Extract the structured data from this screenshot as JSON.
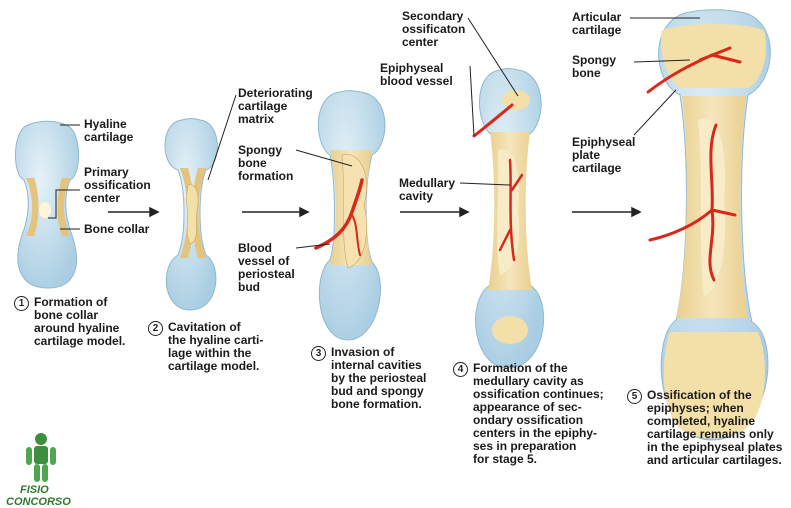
{
  "labels": {
    "hyaline_cartilage": "Hyaline\ncartilage",
    "primary_ossification": "Primary\nossification\ncenter",
    "bone_collar": "Bone collar",
    "deteriorating": "Deteriorating\ncartilage\nmatrix",
    "spongy_formation": "Spongy\nbone\nformation",
    "blood_vessel_periosteal": "Blood\nvessel of\nperiosteal\nbud",
    "secondary_ossification": "Secondary\nossificaton\ncenter",
    "epiphyseal_vessel": "Epiphyseal\nblood vessel",
    "medullary_cavity": "Medullary\ncavity",
    "articular_cartilage": "Articular\ncartilage",
    "spongy_bone": "Spongy\nbone",
    "epiphyseal_plate": "Epiphyseal\nplate\ncartilage"
  },
  "steps": [
    {
      "num": "1",
      "text": "Formation of\nbone collar\naround hyaline\ncartilage model."
    },
    {
      "num": "2",
      "text": "Cavitation of\nthe hyaline carti-\nlage within the\ncartilage model."
    },
    {
      "num": "3",
      "text": "Invasion of\ninternal cavities\nby the periosteal\nbud and spongy\nbone formation."
    },
    {
      "num": "4",
      "text": "Formation of the\nmedullary cavity as\nossification continues;\nappearance of sec-\nondary ossification\ncenters in the epiphy-\nses in preparation\nfor stage 5."
    },
    {
      "num": "5",
      "text": "Ossification of the\nepiphyses; when\ncompleted, hyaline\ncartilage remains only\nin the epiphyseal plates\nand articular cartilages."
    }
  ],
  "logo": {
    "line1": "FISIO",
    "line2": "CONCORSO"
  },
  "colors": {
    "cartilage": "#bcd8e8",
    "bone": "#f1dca8",
    "vessel": "#d8281c",
    "text": "#1a1a1a"
  }
}
